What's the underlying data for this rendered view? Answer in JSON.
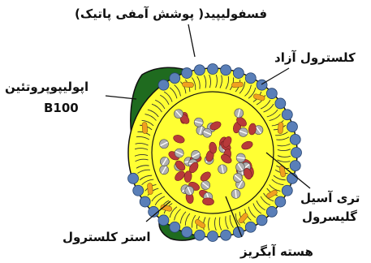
{
  "labels": {
    "phospholipid": "فسفولیپید( پوشش آمفی پاتیک)",
    "free_cholesterol": "کلسترول آزاد",
    "apolipoprotein_line1": "اپولیپوپروتئین",
    "apolipoprotein_line2": "B100",
    "triglyceride_line1": "تری آسیل",
    "triglyceride_line2": "گلیسرول",
    "cholesteryl_ester": "استر کلسترول",
    "hydrophobic_core": "هسته آبگریز"
  },
  "colors": {
    "shell_yellow": "#ffff33",
    "phospholipid_head": "#5a7fb8",
    "apolipoprotein": "#1f6b1f",
    "triglyceride": "#b83a3a",
    "cholesteryl_ester": "#b0b0b0",
    "free_cholesterol": "#f0a020",
    "outline": "#1a1a1a"
  }
}
